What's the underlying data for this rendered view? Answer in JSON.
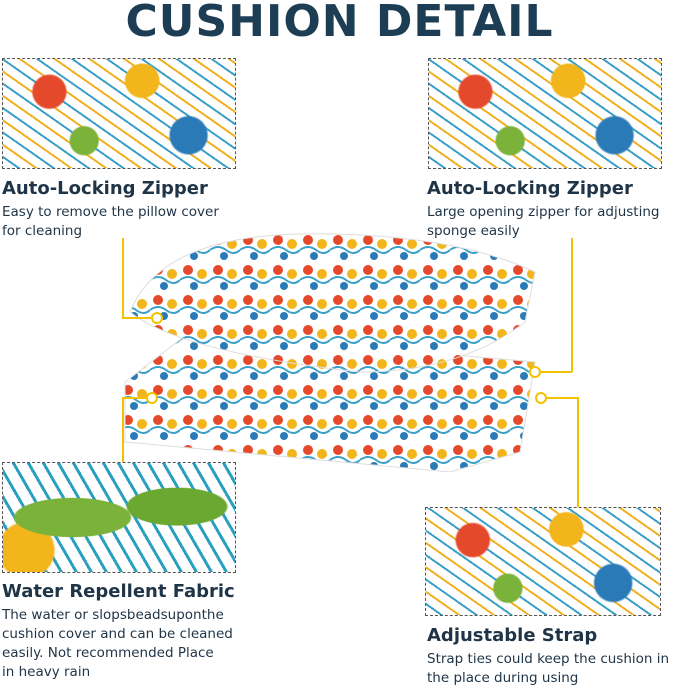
{
  "title": "CUSHION DETAIL",
  "colors": {
    "title": "#1d3d55",
    "accent": "#f2c200"
  },
  "features": [
    {
      "heading": "Auto-Locking Zipper",
      "lines": [
        "Easy to remove the pillow cover",
        "for cleaning"
      ]
    },
    {
      "heading": "Auto-Locking Zipper",
      "lines": [
        "Large opening zipper for adjusting",
        "sponge easily"
      ]
    },
    {
      "heading": "Water Repellent Fabric",
      "lines": [
        "The water or slopsbeadsuponthe",
        "cushion cover and can be cleaned",
        "easily. Not recommended Place",
        "in heavy rain"
      ]
    },
    {
      "heading": "Adjustable Strap",
      "lines": [
        "Strap ties could keep the cushion in",
        "the place during using"
      ]
    }
  ]
}
